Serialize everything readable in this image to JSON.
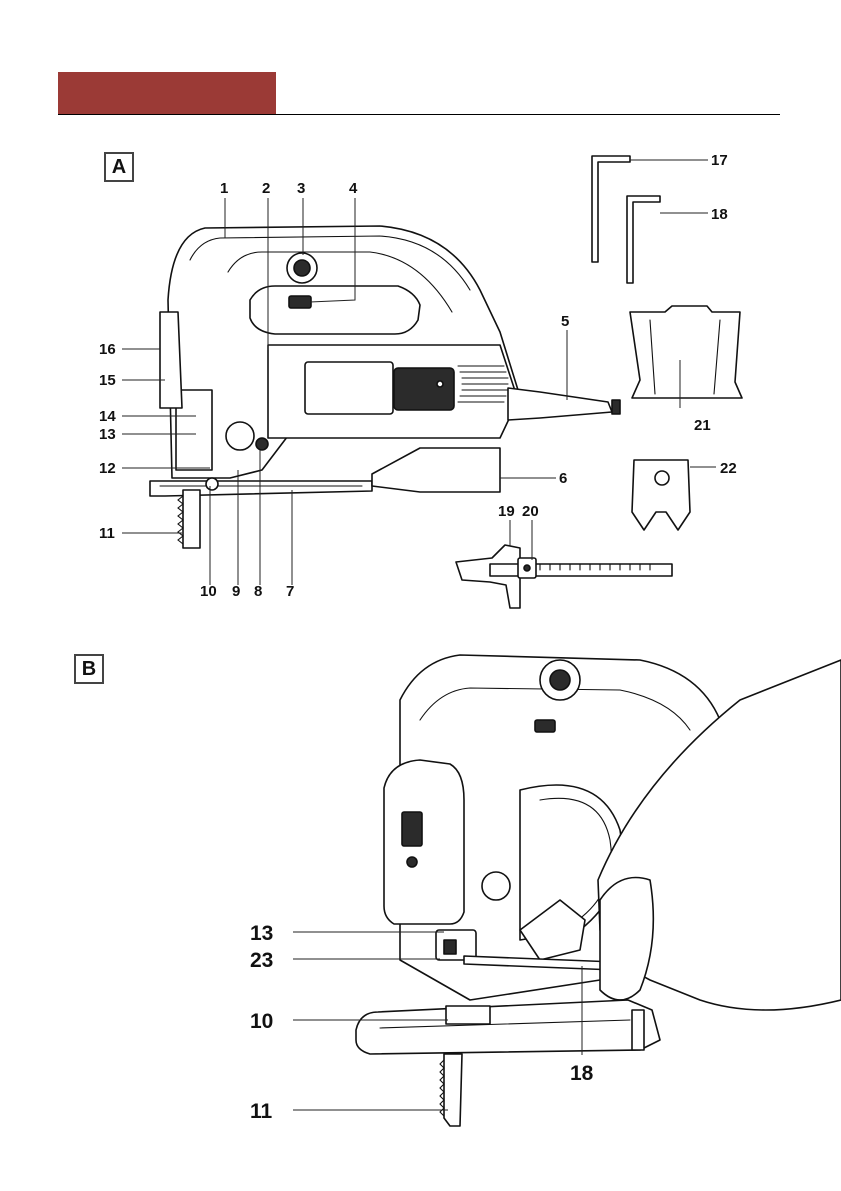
{
  "colors": {
    "header_accent": "#9b3a36"
  },
  "figure_a": {
    "tag": "A",
    "callouts": [
      {
        "num": "1"
      },
      {
        "num": "2"
      },
      {
        "num": "3"
      },
      {
        "num": "4"
      },
      {
        "num": "5"
      },
      {
        "num": "6"
      },
      {
        "num": "7"
      },
      {
        "num": "8"
      },
      {
        "num": "9"
      },
      {
        "num": "10"
      },
      {
        "num": "11"
      },
      {
        "num": "12"
      },
      {
        "num": "13"
      },
      {
        "num": "14"
      },
      {
        "num": "15"
      },
      {
        "num": "16"
      },
      {
        "num": "17"
      },
      {
        "num": "18"
      },
      {
        "num": "19"
      },
      {
        "num": "20"
      },
      {
        "num": "21"
      },
      {
        "num": "22"
      }
    ]
  },
  "figure_b": {
    "tag": "B",
    "callouts": [
      {
        "num": "13"
      },
      {
        "num": "23"
      },
      {
        "num": "10"
      },
      {
        "num": "18"
      },
      {
        "num": "11"
      }
    ]
  }
}
